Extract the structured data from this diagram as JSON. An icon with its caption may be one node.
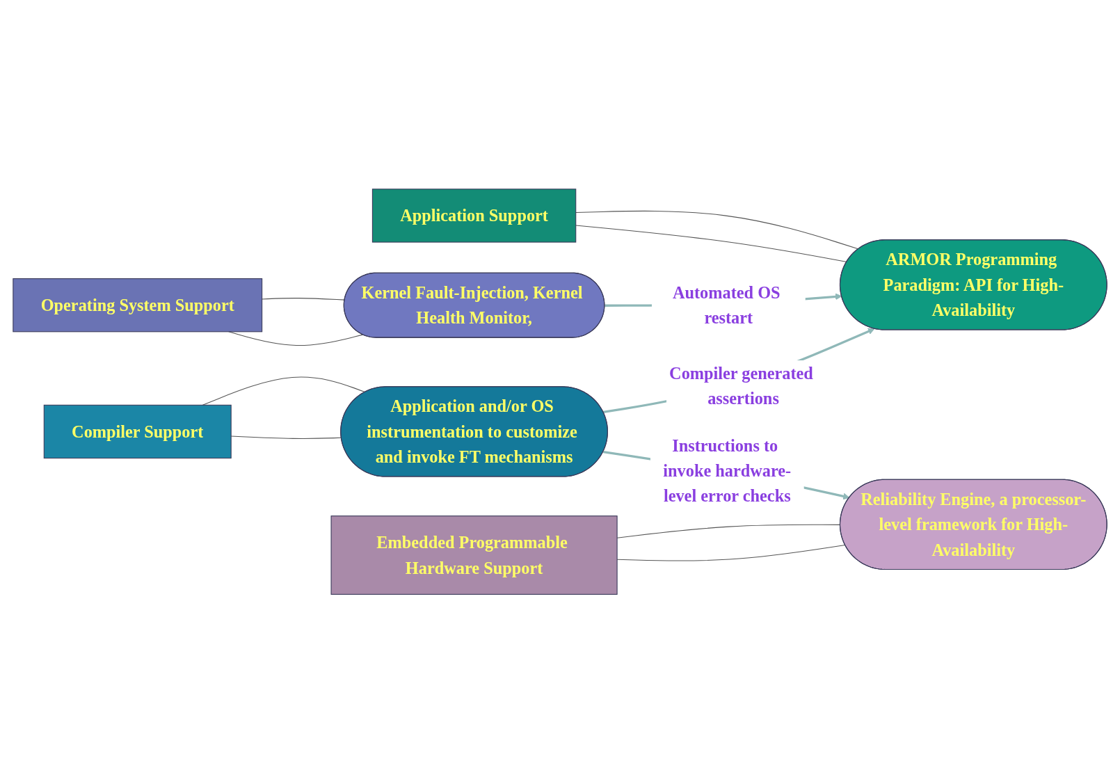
{
  "diagram": {
    "nodes": [
      {
        "text": [
          "Application Support"
        ]
      },
      {
        "text": [
          "ARMOR Programming Paradigm: API for High-Availability"
        ]
      },
      {
        "text": [
          "Compiler Support"
        ]
      },
      {
        "text": [
          "Application and/or OS instrumentation to customize and invoke FT mechanisms"
        ]
      },
      {
        "text": [
          "Operating System Support"
        ]
      },
      {
        "text": [
          "Kernel Fault-Injection, Kernel Health Monitor,"
        ]
      },
      {
        "text": [
          "Embedded Programmable Hardware Support"
        ]
      },
      {
        "text": [
          "Reliability Engine, a processor-level framework for High-Availability"
        ]
      }
    ],
    "edges": [
      {
        "from": 0,
        "to": 1,
        "arrow": "none"
      },
      {
        "from": 0,
        "to": 1,
        "arrow": "none"
      },
      {
        "from": 2,
        "to": 3,
        "arrow": "none"
      },
      {
        "from": 2,
        "to": 3,
        "arrow": "none"
      },
      {
        "from": 4,
        "to": 5,
        "arrow": "none"
      },
      {
        "from": 4,
        "to": 5,
        "arrow": "none"
      },
      {
        "from": 6,
        "to": 7,
        "arrow": "none"
      },
      {
        "from": 6,
        "to": 7,
        "arrow": "none"
      },
      {
        "from": 3,
        "to": 1,
        "arrow": "to",
        "label": "Compiler generated assertions",
        "color": "#8fb8b8"
      },
      {
        "from": 5,
        "to": 1,
        "arrow": "to",
        "label": "Automated OS restart",
        "color": "#8fb8b8"
      },
      {
        "from": 3,
        "to": 7,
        "arrow": "to",
        "label": "Instructions to invoke hardware-level error checks",
        "color": "#8fb8b8"
      }
    ]
  }
}
